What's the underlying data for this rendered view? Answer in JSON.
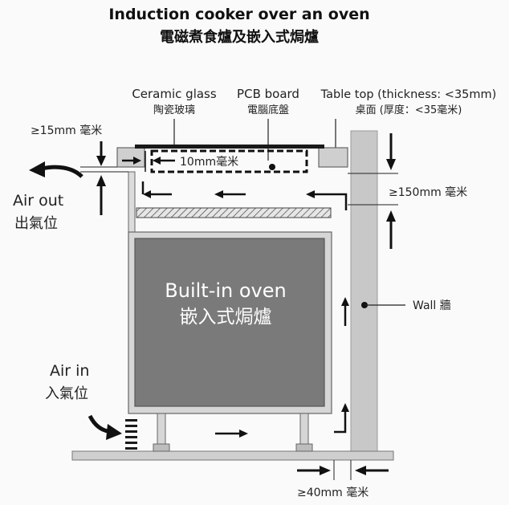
{
  "title": {
    "en": "Induction cooker over an oven",
    "zh": "電磁煮食爐及嵌入式焗爐"
  },
  "labels": {
    "ceramic_glass_en": "Ceramic glass",
    "ceramic_glass_zh": "陶瓷玻璃",
    "pcb_board_en": "PCB board",
    "pcb_board_zh": "電腦底盤",
    "table_top_en": "Table top (thickness: <35mm)",
    "table_top_zh": "桌面 (厚度：<35毫米)",
    "gap_top": "≥15mm 毫米",
    "gap_pcb": "10mm毫米",
    "gap_right": "≥150mm 毫米",
    "gap_bottom": "≥40mm 毫米",
    "air_out_en": "Air out",
    "air_out_zh": "出氣位",
    "air_in_en": "Air in",
    "air_in_zh": "入氣位",
    "oven_en": "Built-in oven",
    "oven_zh": "嵌入式焗爐",
    "wall": "Wall 牆"
  },
  "colors": {
    "oven_face": "#7a7a7a",
    "frame": "#d6d6d6",
    "wall": "#c8c8c8",
    "ink": "#111111"
  }
}
